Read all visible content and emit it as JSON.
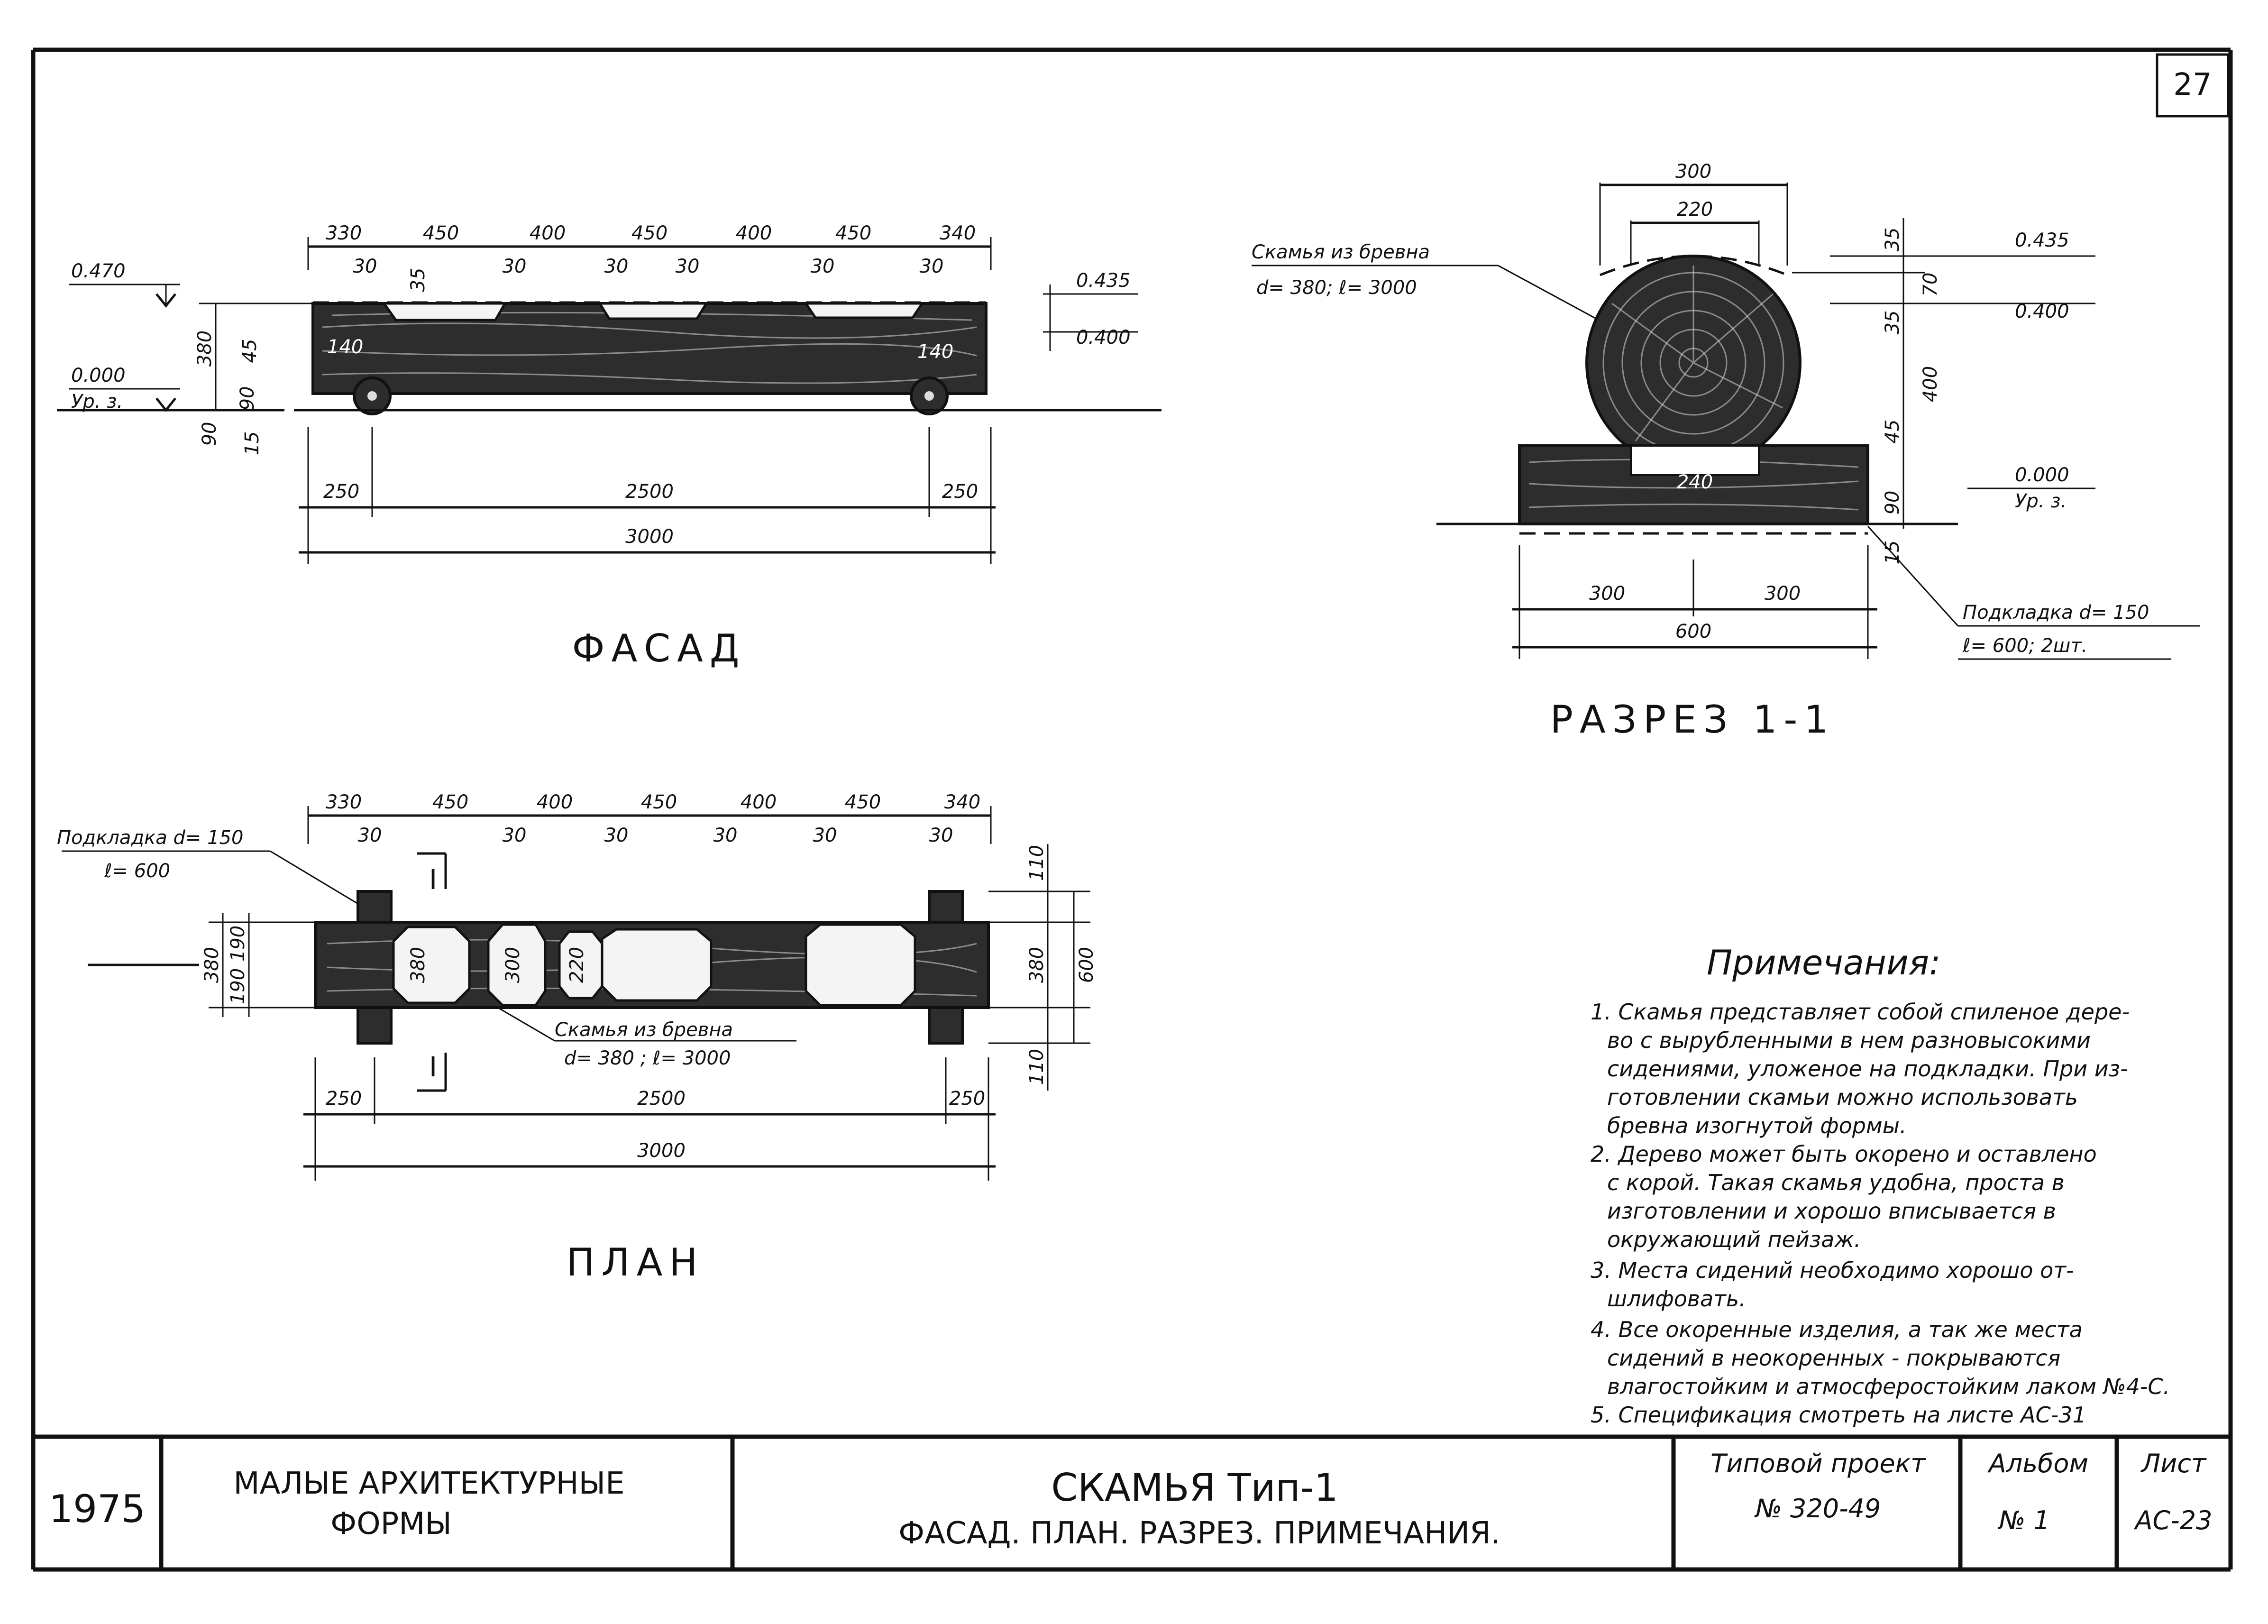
{
  "sheet": {
    "sheet_number": "27",
    "facade": {
      "title": "ФАСАД",
      "top_dims": [
        "330",
        "450",
        "400",
        "450",
        "400",
        "450",
        "340"
      ],
      "cut_dims": [
        "30",
        "30",
        "30",
        "30",
        "30",
        "30"
      ],
      "left_levels": [
        "0.470",
        "0.000",
        "Ур. з."
      ],
      "right_levels": [
        "0.435",
        "0.400"
      ],
      "vertical_dims": [
        "380",
        "35",
        "45",
        "90",
        "15",
        "90"
      ],
      "notch_label_left": "140",
      "notch_label_right": "140",
      "bottom_dims": [
        "250",
        "2500",
        "250"
      ],
      "overall": "3000"
    },
    "section": {
      "title": "РАЗРЕЗ 1-1",
      "leader_label_1": "Скамья из бревна",
      "leader_label_2": "d= 380;  ℓ= 3000",
      "top_dims": [
        "300",
        "220"
      ],
      "pad_label": "240",
      "right_dims": [
        "35",
        "70",
        "35",
        "400",
        "45",
        "90",
        "15"
      ],
      "levels": [
        "0.435",
        "0.400",
        "0.000",
        "Ур. з."
      ],
      "bottom_dims": [
        "300",
        "300"
      ],
      "overall": "600",
      "pad_note_1": "Подкладка  d= 150",
      "pad_note_2": "ℓ= 600;  2шт."
    },
    "plan": {
      "title": "ПЛАН",
      "top_dims": [
        "330",
        "450",
        "400",
        "450",
        "400",
        "450",
        "340"
      ],
      "cut_dims": [
        "30",
        "30",
        "30",
        "30",
        "30",
        "30"
      ],
      "pad_note_1": "Подкладка  d= 150",
      "pad_note_2": "ℓ= 600",
      "section_mark": "I",
      "left_dims": [
        "380",
        "190",
        "190"
      ],
      "right_dims": [
        "110",
        "380",
        "600",
        "110"
      ],
      "seat_dims": [
        "380",
        "300",
        "220"
      ],
      "log_label_1": "Скамья  из бревна",
      "log_label_2": "d= 380 ;  ℓ= 3000",
      "bottom_dims": [
        "250",
        "2500",
        "250"
      ],
      "overall": "3000"
    },
    "notes": {
      "heading": "Примечания:",
      "lines": [
        "1. Скамья представляет собой спиленое дере-",
        "во с вырубленными в нем разновысокими",
        "сидениями, уложеное на подкладки. При из-",
        "готовлении скамьи можно использовать",
        "бревна изогнутой формы.",
        "2. Дерево может быть окорено и оставлено",
        "с корой. Такая скамья удобна, проста в",
        "изготовлении и хорошо вписывается в",
        "окружающий пейзаж.",
        "3. Места сидений необходимо хорошо от-",
        "шлифовать.",
        "4. Все окоренные изделия, а так же места",
        "сидений в неокоренных - покрываются",
        "влагостойким и атмосферостойким лаком №4-С.",
        "5. Спецификация смотреть на листе АС-31"
      ]
    },
    "title_block": {
      "year": "1975",
      "project_line_1": "МАЛЫЕ  АРХИТЕКТУРНЫЕ",
      "project_line_2": "ФОРМЫ",
      "drawing_title": "СКАМЬЯ    Тип-1",
      "drawing_subtitle": "ФАСАД. ПЛАН. РАЗРЕЗ. ПРИМЕЧАНИЯ.",
      "typical_project_label": "Типовой проект",
      "typical_project_value": "№ 320-49",
      "album_label": "Альбом",
      "album_value": "№ 1",
      "sheet_label": "Лист",
      "sheet_value": "АС-23"
    }
  }
}
